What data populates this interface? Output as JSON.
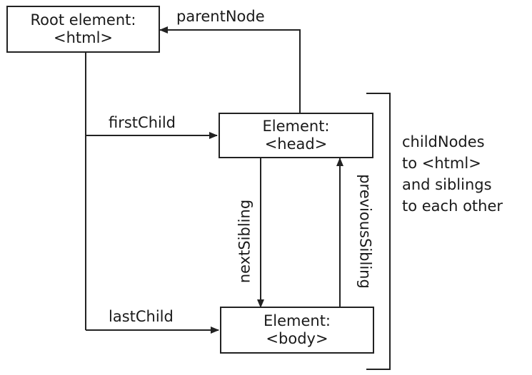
{
  "nodes": {
    "root": {
      "line1": "Root element:",
      "line2": "<html>"
    },
    "head": {
      "line1": "Element:",
      "line2": "<head>"
    },
    "body": {
      "line1": "Element:",
      "line2": "<body>"
    }
  },
  "edges": {
    "parentNode": "parentNode",
    "firstChild": "firstChild",
    "lastChild": "lastChild",
    "nextSibling": "nextSibling",
    "previousSibling": "previousSibling"
  },
  "annotation": {
    "lines": [
      "childNodes",
      "to <html>",
      "and siblings",
      "to each other"
    ]
  }
}
